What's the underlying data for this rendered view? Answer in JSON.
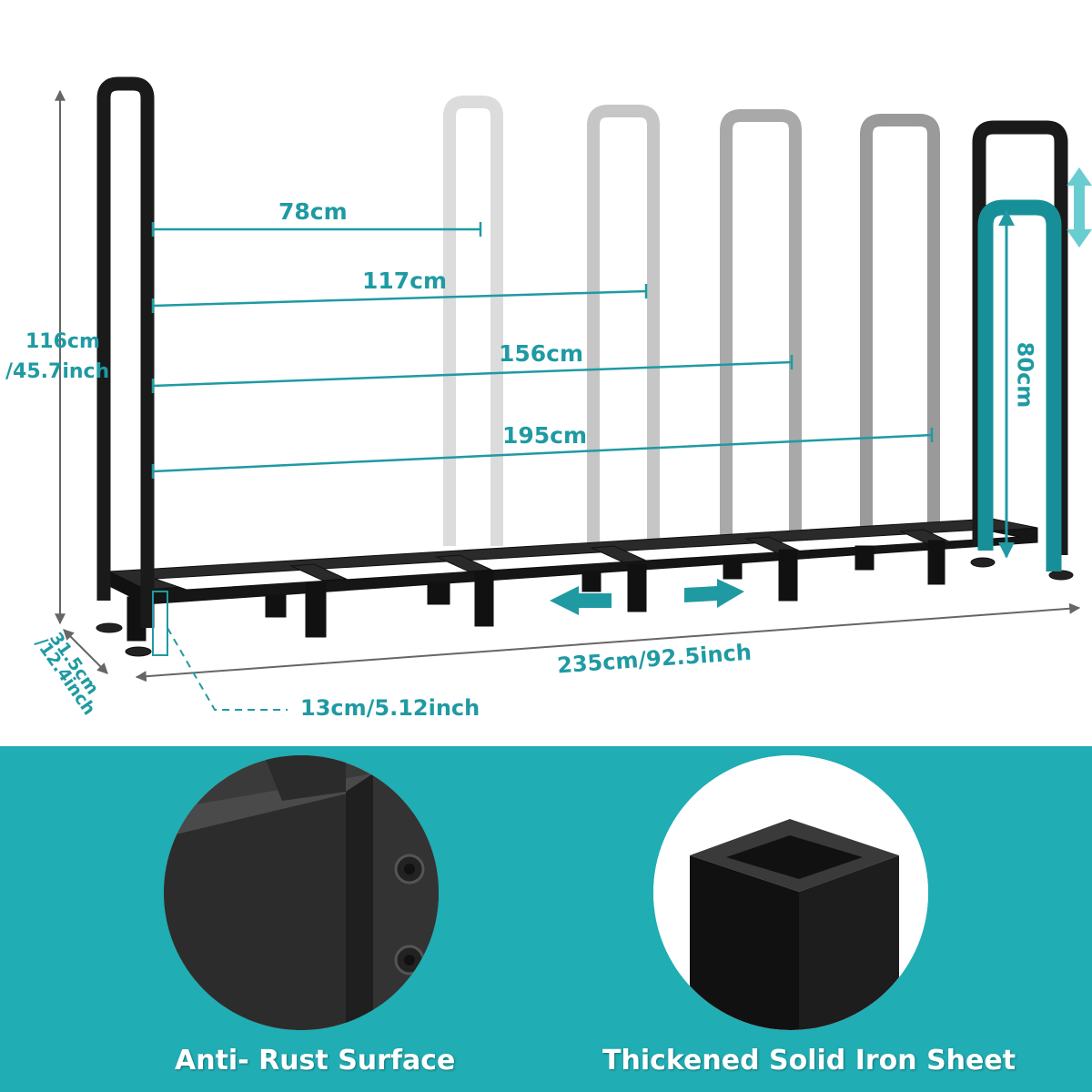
{
  "dimensions": {
    "height_cm": "116cm",
    "height_inch": "/45.7inch",
    "width_78": "78cm",
    "width_117": "117cm",
    "width_156": "156cm",
    "width_195": "195cm",
    "adjust_height": "80cm",
    "depth_cm": "31.5cm",
    "depth_inch": "/12.4inch",
    "total_length": "235cm/92.5inch",
    "base_height": "13cm/5.12inch"
  },
  "features": [
    {
      "label": "Anti- Rust Surface"
    },
    {
      "label": "Thickened Solid Iron Sheet"
    }
  ],
  "colors": {
    "accent": "#1f9aa3",
    "banner": "#20adb3",
    "frame": "#1a1a1a"
  }
}
